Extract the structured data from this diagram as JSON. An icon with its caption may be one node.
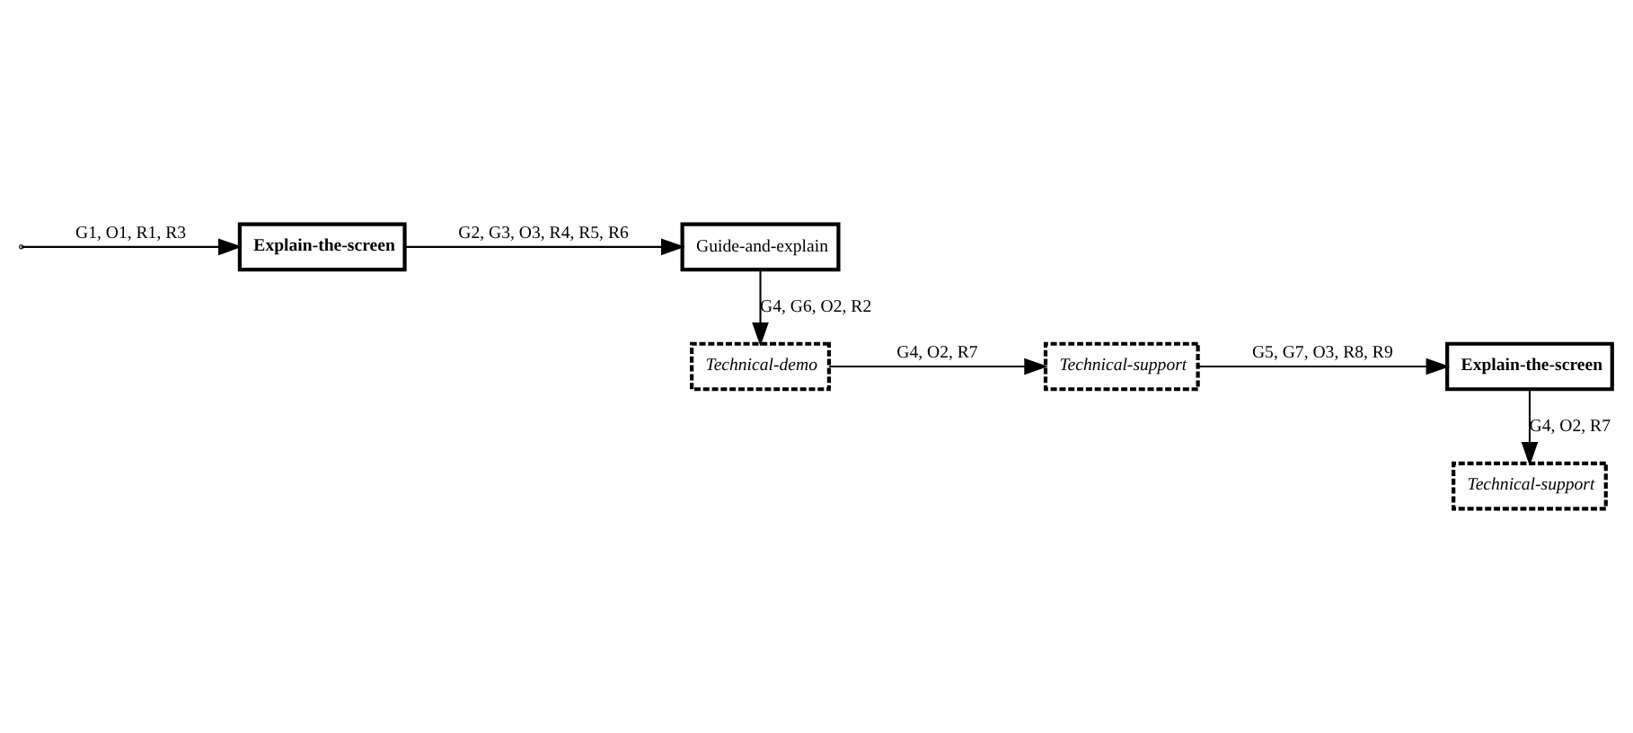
{
  "diagram": {
    "nodes": [
      {
        "text": [
          "Explain-the-screen"
        ]
      },
      {
        "text": [
          "Guide-and-explain"
        ]
      },
      {
        "text": [
          "Technical-demo"
        ]
      },
      {
        "text": [
          "Technical-support"
        ]
      },
      {
        "text": [
          "Explain-the-screen"
        ]
      },
      {
        "text": [
          "Technical-support"
        ]
      }
    ],
    "edges": [
      {
        "from": null,
        "to": 0,
        "arrow": "to",
        "label": "G1, O1, R1, R3"
      },
      {
        "from": 0,
        "to": 1,
        "arrow": "to",
        "label": "G2, G3, O3, R4, R5, R6"
      },
      {
        "from": 1,
        "to": 2,
        "arrow": "to",
        "label": "G4, G6, O2, R2"
      },
      {
        "from": 2,
        "to": 3,
        "arrow": "to",
        "label": "G4, O2, R7"
      },
      {
        "from": 3,
        "to": 4,
        "arrow": "to",
        "label": "G5, G7, O3, R8, R9"
      },
      {
        "from": 4,
        "to": 5,
        "arrow": "to",
        "label": "G4, O2, R7"
      }
    ]
  }
}
